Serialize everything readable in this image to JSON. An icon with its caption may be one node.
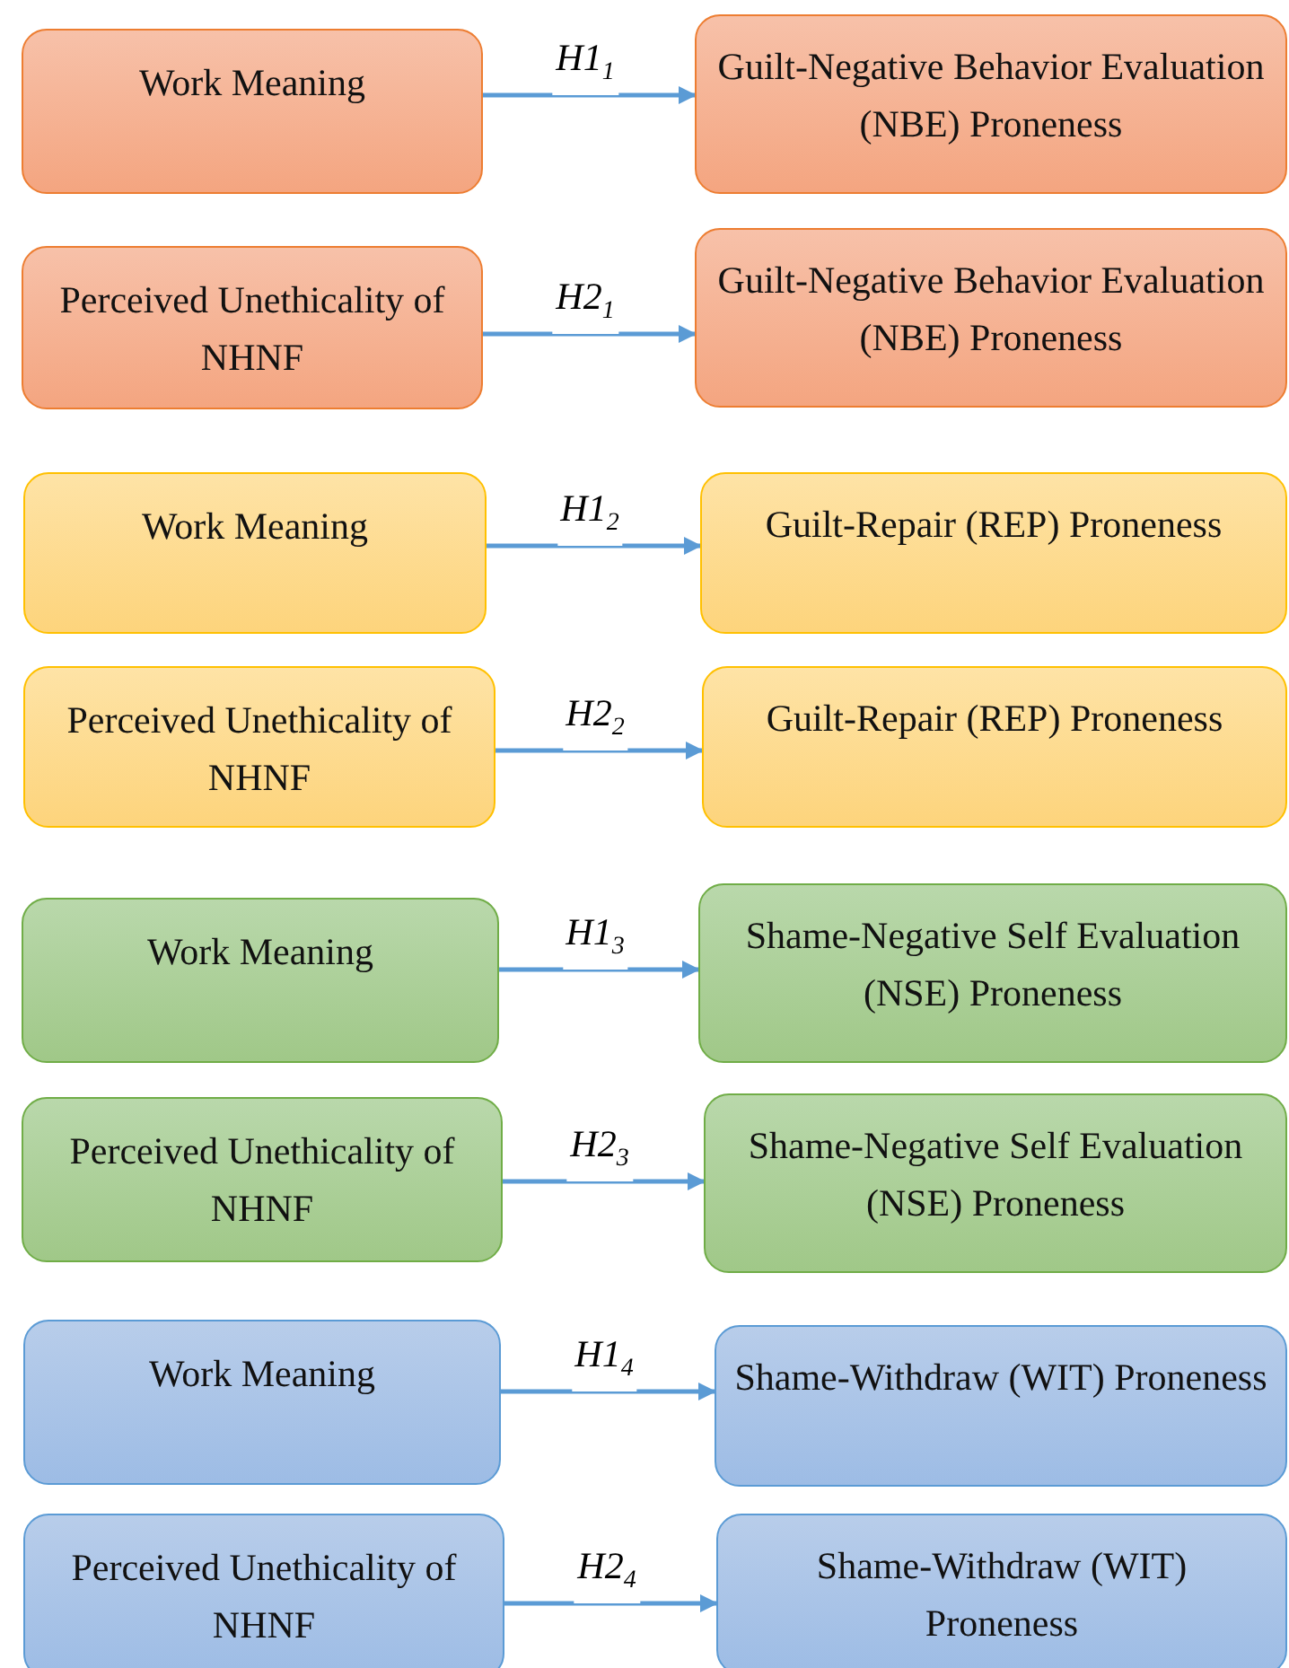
{
  "diagram": {
    "nodes": [
      {
        "text": [
          "Work Meaning"
        ]
      },
      {
        "text": [
          "Guilt-Negative Behavior Evaluation (NBE) Proneness"
        ]
      },
      {
        "text": [
          "Perceived Unethicality of NHNF"
        ]
      },
      {
        "text": [
          "Guilt-Negative Behavior Evaluation (NBE) Proneness"
        ]
      },
      {
        "text": [
          "Work Meaning"
        ]
      },
      {
        "text": [
          "Guilt-Repair (REP) Proneness"
        ]
      },
      {
        "text": [
          "Perceived Unethicality of NHNF"
        ]
      },
      {
        "text": [
          "Guilt-Repair (REP) Proneness"
        ]
      },
      {
        "text": [
          "Work Meaning"
        ]
      },
      {
        "text": [
          "Shame-Negative Self Evaluation (NSE) Proneness"
        ]
      },
      {
        "text": [
          "Perceived Unethicality of NHNF"
        ]
      },
      {
        "text": [
          "Shame-Negative Self Evaluation (NSE) Proneness"
        ]
      },
      {
        "text": [
          "Work Meaning"
        ]
      },
      {
        "text": [
          "Shame-Withdraw (WIT) Proneness"
        ]
      },
      {
        "text": [
          "Perceived Unethicality of NHNF"
        ]
      },
      {
        "text": [
          "Shame-Withdraw (WIT) Proneness"
        ]
      }
    ],
    "edges": [
      {
        "from": 0,
        "to": 1,
        "arrow": "to",
        "label": "H1$_{1}$"
      },
      {
        "from": 2,
        "to": 3,
        "arrow": "to",
        "label": "H2$_{1}$"
      },
      {
        "from": 4,
        "to": 5,
        "arrow": "to",
        "label": "H1$_{2}$"
      },
      {
        "from": 6,
        "to": 7,
        "arrow": "to",
        "label": "H2$_{2}$"
      },
      {
        "from": 8,
        "to": 9,
        "arrow": "to",
        "label": "H1$_{3}$"
      },
      {
        "from": 10,
        "to": 11,
        "arrow": "to",
        "label": "H2$_{3}$"
      },
      {
        "from": 12,
        "to": 13,
        "arrow": "to",
        "label": "H1$_{4}$"
      },
      {
        "from": 14,
        "to": 15,
        "arrow": "to",
        "label": "H2$_{4}$"
      }
    ]
  }
}
